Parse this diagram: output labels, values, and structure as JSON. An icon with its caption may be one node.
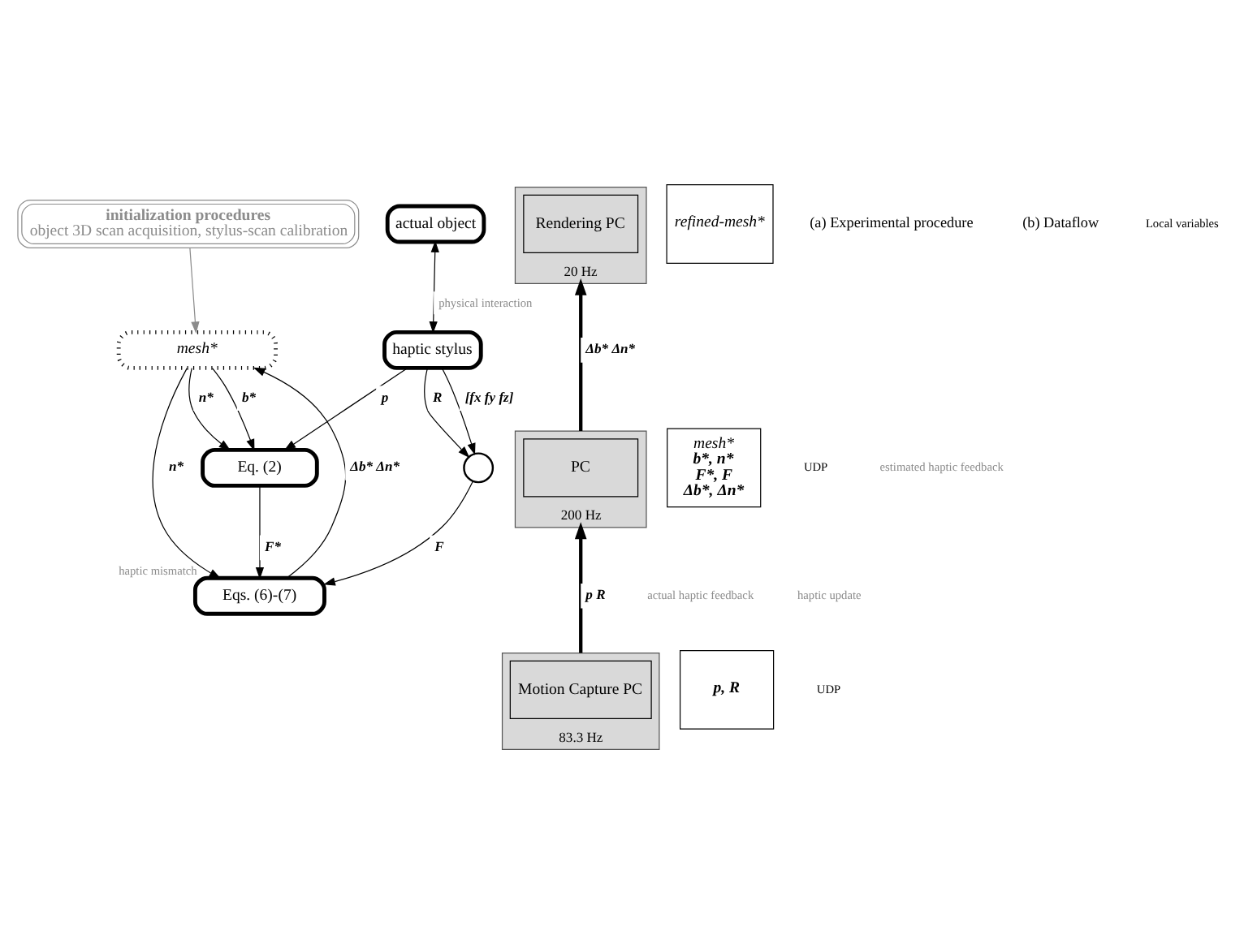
{
  "diagram": {
    "nodes": [
      {
        "text": [
          "initialization procedures",
          "object 3D scan acquisition, stylus-scan calibration"
        ]
      },
      {
        "text": [
          "actual object"
        ]
      },
      {
        "text": [
          "mesh*"
        ]
      },
      {
        "text": [
          "haptic stylus"
        ]
      },
      {
        "text": [
          "Eq. (2)"
        ]
      },
      {
        "text": [],
        "shape": "circle"
      },
      {
        "text": [
          "Eqs. (6)-(7)"
        ],
        "beside": [
          "haptic mismatch"
        ]
      },
      {
        "text": [
          "20 Hz"
        ]
      },
      {
        "text": [
          "Rendering PC"
        ],
        "in": 7
      },
      {
        "text": [
          "refined-mesh*"
        ]
      },
      {
        "text": [
          "200 Hz"
        ]
      },
      {
        "text": [
          "PC"
        ],
        "in": 10
      },
      {
        "text": [
          "mesh*",
          "b*, n*",
          "F*, F",
          "Δb*, Δn*"
        ]
      },
      {
        "text": [
          "83.3 Hz"
        ]
      },
      {
        "text": [
          "Motion Capture PC"
        ],
        "in": 13
      },
      {
        "text": [
          "p, R"
        ]
      }
    ],
    "edges": [
      {
        "from": 0,
        "to": 2,
        "arrow": "to",
        "color": "#8c8c8c"
      },
      {
        "from": 3,
        "to": 1,
        "arrow": "both",
        "label": "physical interaction"
      },
      {
        "from": 2,
        "to": 4,
        "arrow": "to",
        "label": "b*"
      },
      {
        "from": 2,
        "to": 4,
        "arrow": "to",
        "label": "n*"
      },
      {
        "from": 2,
        "to": 6,
        "arrow": "to",
        "label": "n*"
      },
      {
        "from": 3,
        "to": 4,
        "arrow": "to",
        "label": "p"
      },
      {
        "from": 4,
        "to": 6,
        "arrow": "to",
        "label": "F*"
      },
      {
        "from": 3,
        "to": 5,
        "arrow": "to",
        "label": "R"
      },
      {
        "from": 3,
        "to": 5,
        "arrow": "to",
        "label": "[fx fy fz]"
      },
      {
        "from": 5,
        "to": 6,
        "arrow": "to",
        "label": "F"
      },
      {
        "from": 6,
        "to": 2,
        "arrow": "to",
        "label": "Δb* Δn*"
      },
      {
        "from": 13,
        "to": 10,
        "arrow": "to",
        "label": "p R",
        "style": "thick"
      },
      {
        "from": 10,
        "to": 7,
        "arrow": "to",
        "label": "Δb* Δn*",
        "style": "thick"
      }
    ],
    "labels": [
      "estimated haptic feedback",
      "actual haptic feedback",
      "haptic update",
      "Local variables",
      "UDP",
      "UDP",
      "(a) Experimental procedure",
      "(b) Dataflow"
    ]
  }
}
